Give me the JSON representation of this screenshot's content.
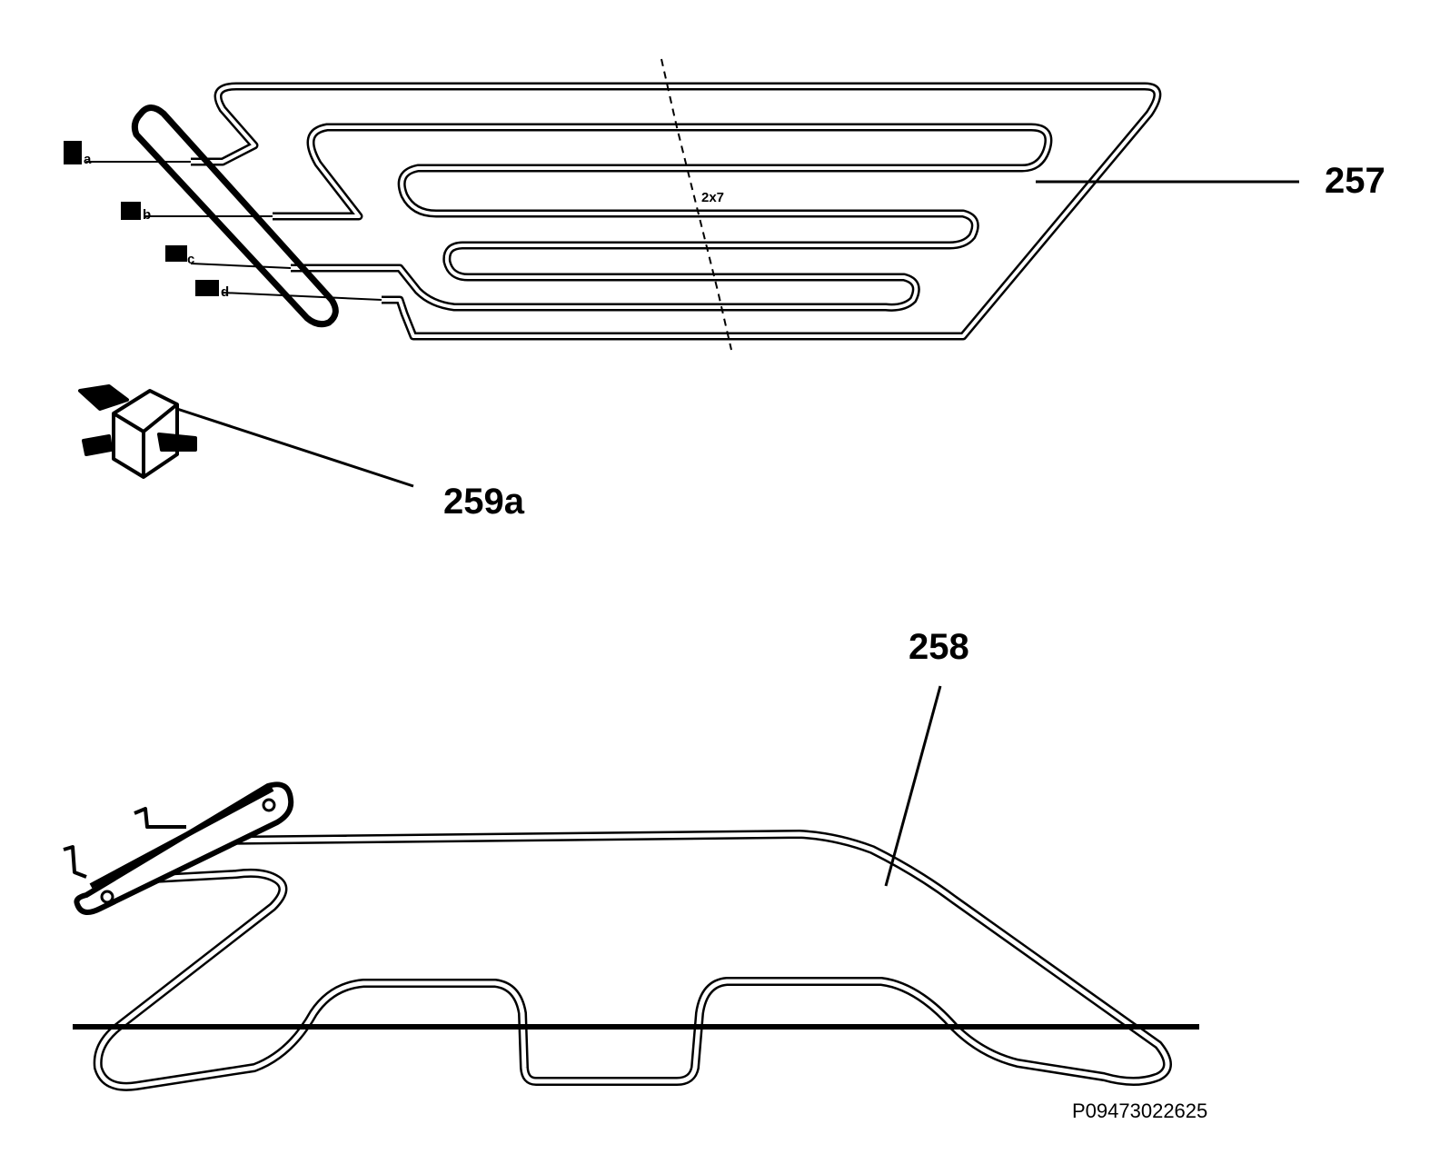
{
  "labels": {
    "part_257": "257",
    "part_258": "258",
    "part_259a": "259a",
    "dimension": "2x7"
  },
  "terminals": {
    "a": "a",
    "b": "b",
    "c": "c",
    "d": "d"
  },
  "drawing_code": "P09473022625",
  "colors": {
    "line": "#000000",
    "background": "#ffffff"
  }
}
